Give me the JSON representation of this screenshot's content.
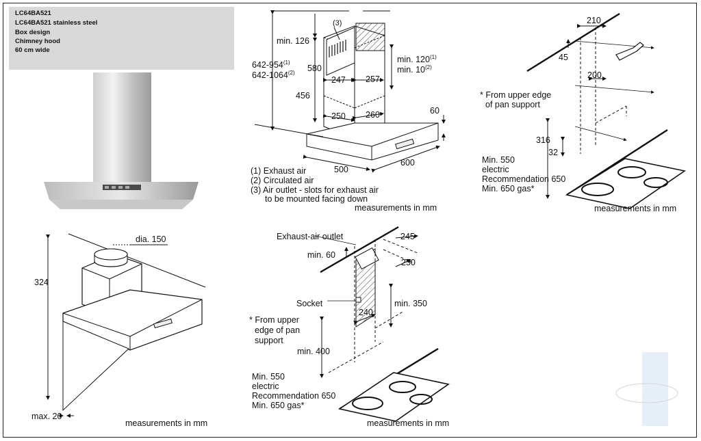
{
  "info": {
    "line1": "LC64BA521",
    "line2": "LC64BA521 stainless steel",
    "line3": "Box design",
    "line4": "Chimney hood",
    "line5": "60 cm wide"
  },
  "dims_main": {
    "min126": "min. 126",
    "range1": "642-954",
    "range1_ref": "(1)",
    "range2": "642-1064",
    "range2_ref": "(2)",
    "d580": "580",
    "d456": "456",
    "d247": "247",
    "d257": "257",
    "d250": "250",
    "d260": "260",
    "d500": "500",
    "d600": "600",
    "d60": "60",
    "min120": "min. 120",
    "min120_ref": "(1)",
    "min10": "min. 10",
    "min10_ref": "(2)",
    "callout3": "(3)"
  },
  "legend": {
    "l1": "(1) Exhaust air",
    "l2": "(2) Circulated air",
    "l3a": "(3) Air outlet - slots for exhaust air",
    "l3b": "to be mounted facing down",
    "units": "measurements in mm"
  },
  "wall_top": {
    "d210": "210",
    "d45": "45",
    "d200": "200",
    "note1": "* From upper edge",
    "note2": "of pan support",
    "d316": "316",
    "d32": "32",
    "min550": "Min. 550",
    "electric": "electric",
    "rec650": "Recommendation 650",
    "gas650": "Min. 650 gas*",
    "units": "measurements in mm"
  },
  "side_view": {
    "dia150": "dia. 150",
    "d324": "324",
    "max20": "max. 20",
    "units": "measurements in mm"
  },
  "wall_bottom": {
    "outlet": "Exhaust-air outlet",
    "min60": "min. 60",
    "d245": "245",
    "d250": "250",
    "socket": "Socket",
    "d240": "240",
    "min350": "min. 350",
    "note1": "* From upper",
    "note2": "edge of pan",
    "note3": "support",
    "min400": "min. 400",
    "min550": "Min. 550",
    "electric": "electric",
    "rec650": "Recommendation 650",
    "gas650": "Min. 650 gas*",
    "units": "measurements in mm"
  },
  "colors": {
    "line": "#111111",
    "info_bg": "#d9d9d9",
    "steel_light": "#e6e6e6",
    "steel_dark": "#8a8a8a"
  }
}
